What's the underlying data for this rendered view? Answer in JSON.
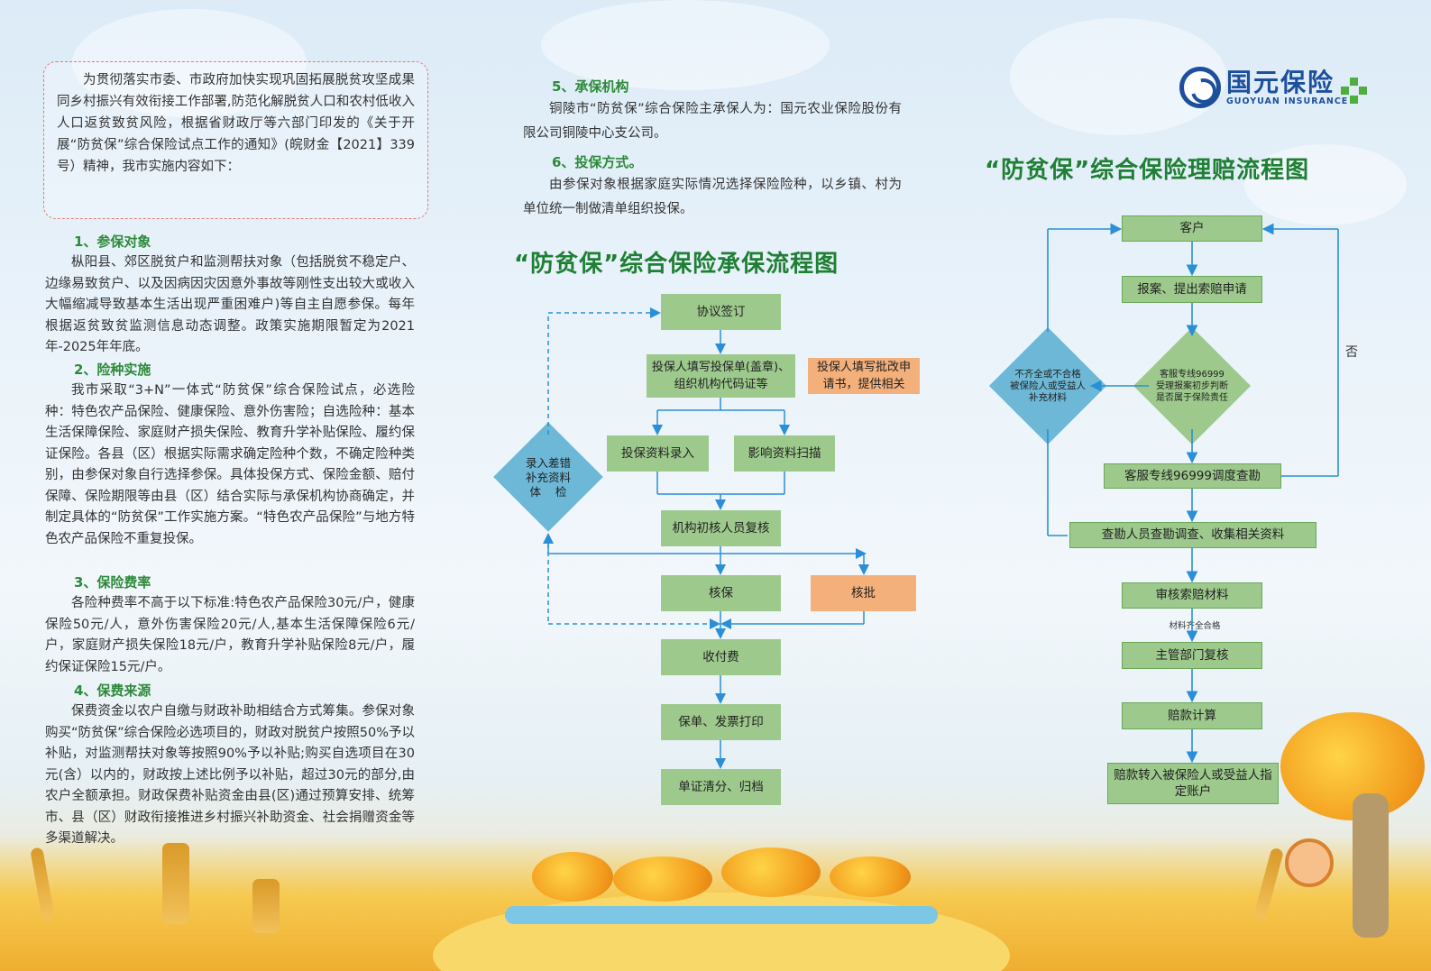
{
  "intro": "为贯彻落实市委、市政府加快实现巩固拓展脱贫攻坚成果同乡村振兴有效衔接工作部署,防范化解脱贫人口和农村低收入人口返贫致贫风险，根据省财政厅等六部门印发的《关于开展“防贫保”综合保险试点工作的通知》(皖财金【2021】339号）精神，我市实施内容如下：",
  "sections": [
    {
      "title": "1、参保对象",
      "body": "枞阳县、郊区脱贫户和监测帮扶对象（包括脱贫不稳定户、边缘易致贫户、以及因病因灾因意外事故等刚性支出较大或收入大幅缩减导致基本生活出现严重困难户)等自主自愿参保。每年根据返贫致贫监测信息动态调整。政策实施期限暂定为2021年-2025年年底。"
    },
    {
      "title": "2、险种实施",
      "body": "我市采取“3+N”一体式“防贫保”综合保险试点，必选险种：特色农产品保险、健康保险、意外伤害险；自选险种：基本生活保障保险、家庭财产损失保险、教育升学补贴保险、履约保证保险。各县（区）根据实际需求确定险种个数，不确定险种类别，由参保对象自行选择参保。具体投保方式、保险金额、赔付保障、保险期限等由县（区）结合实际与承保机构协商确定，并制定具体的“防贫保”工作实施方案。“特色农产品保险”与地方特色农产品保险不重复投保。"
    },
    {
      "title": "3、保险费率",
      "body": "各险种费率不高于以下标准:特色农产品保险30元/户，健康保险50元/人，意外伤害保险20元/人,基本生活保障保险6元/户，家庭财产损失保险18元/户，教育升学补贴保险8元/户，履约保证保险15元/户。"
    },
    {
      "title": "4、保费来源",
      "body": "保费资金以农户自缴与财政补助相结合方式筹集。参保对象购买“防贫保”综合保险必选项目的，财政对脱贫户按照50%予以补贴，对监测帮扶对象等按照90%予以补贴;购买自选项目在30元(含）以内的，财政按上述比例予以补贴，超过30元的部分,由农户全额承担。财政保费补贴资金由县(区)通过预算安排、统筹市、县（区）财政衔接推进乡村振兴补助资金、社会捐赠资金等多渠道解决。"
    },
    {
      "title": "5、承保机构",
      "body": "铜陵市“防贫保”综合保险主承保人为：国元农业保险股份有限公司铜陵中心支公司。"
    },
    {
      "title": "6、投保方式。",
      "body": "由参保对象根据家庭实际情况选择保险险种，以乡镇、村为单位统一制做清单组织投保。"
    }
  ],
  "underwriting": {
    "title": "“防贫保”综合保险承保流程图",
    "n1": "协议签订",
    "n2": "投保人填写投保单(盖章)、组织机构代码证等",
    "n2b": "投保人填写批改申请书，提供相关",
    "n3a": "投保资料录入",
    "n3b": "影响资料扫描",
    "n4": "机构初核人员复核",
    "n5": "核保",
    "n5b": "核批",
    "n6": "收付费",
    "n7": "保单、发票打印",
    "n8": "单证清分、归档",
    "check": "录入差错\n补充资料\n体    检"
  },
  "claims": {
    "title": "“防贫保”综合保险理赔流程图",
    "c1": "客户",
    "c2": "报案、提出索赔申请",
    "c3": "客服专线96999\n受理报案初步判断\n是否属于保险责任",
    "c_left": "不齐全或不合格\n被保险人或受益人\n补充材料",
    "c4": "客服专线96999调度查勘",
    "c5": "查勘人员查勘调查、收集相关资料",
    "c6": "审核索赔材料",
    "c6_note": "材料齐全合格",
    "c7": "主管部门复核",
    "c8": "赔款计算",
    "c9": "赔款转入被保险人或受益人指定账户",
    "no": "否"
  },
  "logo": {
    "cn": "国元保险",
    "en": "GUOYUAN INSURANCE"
  },
  "colors": {
    "node": "#9dc98c",
    "orange": "#f4b07b",
    "diamond_blue": "#6cb8d6",
    "title_green": "#1f7f34",
    "line_blue": "#2a8fd6"
  }
}
